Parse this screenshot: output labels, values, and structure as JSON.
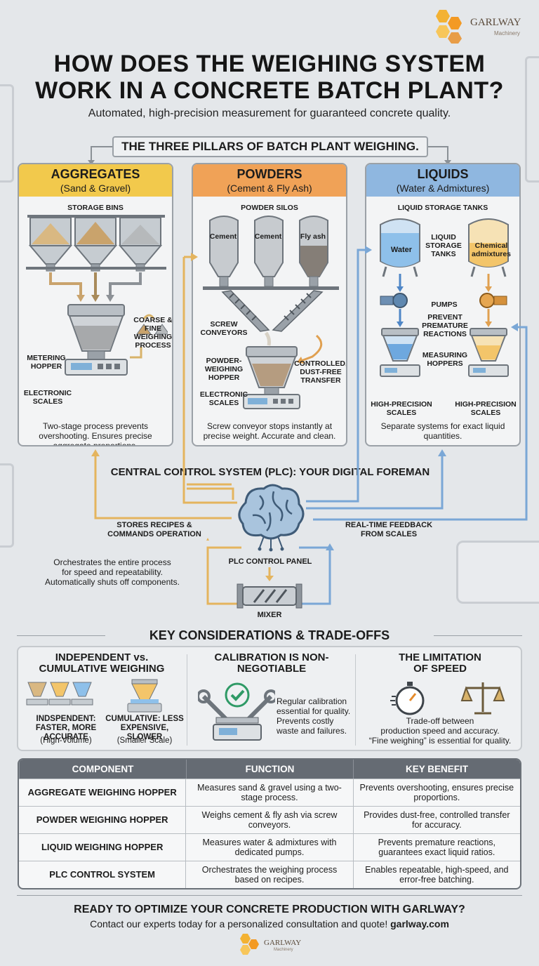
{
  "brand": {
    "name": "GARLWAY",
    "tagline": "Machinery"
  },
  "header": {
    "title_line1": "HOW DOES THE WEIGHING SYSTEM",
    "title_line2": "WORK IN A CONCRETE BATCH PLANT?",
    "subtitle": "Automated, high-precision measurement for guaranteed concrete quality."
  },
  "pillars_heading": "THE THREE PILLARS OF BATCH PLANT WEIGHING.",
  "columns": {
    "aggregates": {
      "title": "AGGREGATES",
      "subtitle": "(Sand & Gravel)",
      "storage": "STORAGE BINS",
      "process": "COARSE & FINE WEIGHING PROCESS",
      "hopper": "METERING HOPPER",
      "scales": "ELECTRONIC SCALES",
      "footer": "Two-stage process prevents overshooting. Ensures precise aggregate proportions.",
      "color": "#f2c94c"
    },
    "powders": {
      "title": "POWDERS",
      "subtitle": "(Cement & Fly Ash)",
      "storage": "POWDER SILOS",
      "silo1": "Cement",
      "silo2": "Cement",
      "silo3": "Fly ash",
      "conveyors": "SCREW CONVEYORS",
      "hopper": "POWDER-WEIGHING HOPPER",
      "transfer": "CONTROLLED, DUST-FREE TRANSFER",
      "scales": "ELECTRONIC SCALES",
      "footer": "Screw conveyor stops instantly at precise weight. Accurate and clean.",
      "color": "#f0a257"
    },
    "liquids": {
      "title": "LIQUIDS",
      "subtitle": "(Water & Admixtures)",
      "storage": "LIQUID STORAGE TANKS",
      "tank1": "Water",
      "tank_label": "LIQUID STORAGE TANKS",
      "tank2": "Chemical admixtures",
      "pumps": "PUMPS",
      "prevent": "PREVENT PREMATURE REACTIONS",
      "hoppers": "MEASURING HOPPERS",
      "scales1": "HIGH-PRECISION SCALES",
      "scales2": "HIGH-PRECISION SCALES",
      "footer": "Separate systems for exact liquid quantities.",
      "color": "#8fb7e0"
    }
  },
  "control": {
    "heading": "CENTRAL CONTROL SYSTEM (PLC): YOUR DIGITAL FOREMAN",
    "stores": "STORES RECIPES & COMMANDS OPERATION",
    "feedback": "REAL-TIME FEEDBACK FROM SCALES",
    "panel": "PLC CONTROL PANEL",
    "mixer": "MIXER",
    "desc_line1": "Orchestrates the entire process",
    "desc_line2": "for speed and repeatability.",
    "desc_line3": "Automatically shuts off components."
  },
  "considerations": {
    "heading": "KEY CONSIDERATIONS & TRADE-OFFS",
    "independent": {
      "title": "INDEPENDENT vs. CUMULATIVE WEIGHING",
      "ind_label": "INDSPENDENT: FASTER, MORE ACCURATE",
      "ind_sub": "(High-Volume)",
      "cum_label": "CUMULATIVE: LESS EXPENSIVE, SLOWER",
      "cum_sub": "(Smaller Scale)"
    },
    "calibration": {
      "title": "CALIBRATION IS NON-NEGOTIABLE",
      "text": "Regular calibration essential for quality. Prevents costly waste and failures."
    },
    "speed": {
      "title": "THE LIMITATION OF SPEED",
      "text_line1": "Trade-off between",
      "text_line2": "production speed and accuracy.",
      "text_line3": "“Fine weighing” is essential for quality."
    }
  },
  "table": {
    "headers": [
      "COMPONENT",
      "FUNCTION",
      "KEY BENEFIT"
    ],
    "rows": [
      [
        "AGGREGATE WEIGHING HOPPER",
        "Measures sand & gravel using a two-stage process.",
        "Prevents overshooting, ensures precise proportions."
      ],
      [
        "POWDER WEIGHING HOPPER",
        "Weighs cement & fly ash via screw conveyors.",
        "Provides dust-free, controlled transfer for accuracy."
      ],
      [
        "LIQUID WEIGHING HOPPER",
        "Measures water & admixtures with dedicated pumps.",
        "Prevents premature reactions, guarantees exact liquid ratios."
      ],
      [
        "PLC CONTROL SYSTEM",
        "Orchestrates the weighing process based on recipes.",
        "Enables repeatable, high-speed, and error-free batching."
      ]
    ]
  },
  "footer": {
    "cta": "READY TO OPTIMIZE YOUR CONCRETE PRODUCTION WITH GARLWAY?",
    "contact_prefix": "Contact our experts today for a personalized consultation and quote! ",
    "site": "garlway.com"
  }
}
